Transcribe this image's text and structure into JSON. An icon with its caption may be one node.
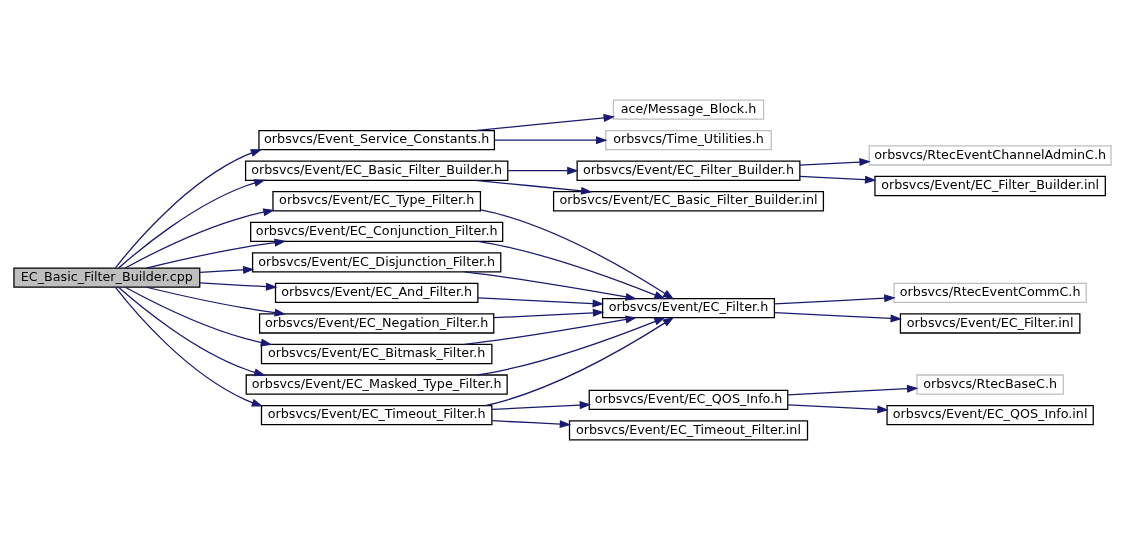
{
  "diagram": {
    "nodes": [
      {
        "text": [
          "EC_Basic_Filter_Builder.cpp"
        ]
      },
      {
        "text": [
          "orbsvcs/Event_Service_Constants.h"
        ]
      },
      {
        "text": [
          "ace/Message_Block.h"
        ]
      },
      {
        "text": [
          "orbsvcs/Time_Utilities.h"
        ]
      },
      {
        "text": [
          "orbsvcs/Event/EC_Basic_Filter_Builder.h"
        ]
      },
      {
        "text": [
          "orbsvcs/Event/EC_Filter_Builder.h"
        ]
      },
      {
        "text": [
          "orbsvcs/RtecEventChannelAdminC.h"
        ]
      },
      {
        "text": [
          "orbsvcs/Event/EC_Filter_Builder.inl"
        ]
      },
      {
        "text": [
          "orbsvcs/Event/EC_Basic_Filter_Builder.inl"
        ]
      },
      {
        "text": [
          "orbsvcs/Event/EC_Type_Filter.h"
        ]
      },
      {
        "text": [
          "orbsvcs/Event/EC_Conjunction_Filter.h"
        ]
      },
      {
        "text": [
          "orbsvcs/Event/EC_Disjunction_Filter.h"
        ]
      },
      {
        "text": [
          "orbsvcs/Event/EC_And_Filter.h"
        ]
      },
      {
        "text": [
          "orbsvcs/Event/EC_Filter.h"
        ]
      },
      {
        "text": [
          "orbsvcs/RtecEventCommC.h"
        ]
      },
      {
        "text": [
          "orbsvcs/Event/EC_Filter.inl"
        ]
      },
      {
        "text": [
          "orbsvcs/Event/EC_Negation_Filter.h"
        ]
      },
      {
        "text": [
          "orbsvcs/Event/EC_Bitmask_Filter.h"
        ]
      },
      {
        "text": [
          "orbsvcs/Event/EC_Masked_Type_Filter.h"
        ]
      },
      {
        "text": [
          "orbsvcs/Event/EC_Timeout_Filter.h"
        ]
      },
      {
        "text": [
          "orbsvcs/Event/EC_QOS_Info.h"
        ]
      },
      {
        "text": [
          "orbsvcs/RtecBaseC.h"
        ]
      },
      {
        "text": [
          "orbsvcs/Event/EC_QOS_Info.inl"
        ]
      },
      {
        "text": [
          "orbsvcs/Event/EC_Timeout_Filter.inl"
        ]
      }
    ],
    "edges": [
      {
        "from": 0,
        "to": 1,
        "arrow": "to"
      },
      {
        "from": 0,
        "to": 4,
        "arrow": "to"
      },
      {
        "from": 0,
        "to": 9,
        "arrow": "to"
      },
      {
        "from": 0,
        "to": 10,
        "arrow": "to"
      },
      {
        "from": 0,
        "to": 11,
        "arrow": "to"
      },
      {
        "from": 0,
        "to": 12,
        "arrow": "to"
      },
      {
        "from": 0,
        "to": 16,
        "arrow": "to"
      },
      {
        "from": 0,
        "to": 17,
        "arrow": "to"
      },
      {
        "from": 0,
        "to": 18,
        "arrow": "to"
      },
      {
        "from": 0,
        "to": 19,
        "arrow": "to"
      },
      {
        "from": 1,
        "to": 2,
        "arrow": "to"
      },
      {
        "from": 1,
        "to": 3,
        "arrow": "to"
      },
      {
        "from": 4,
        "to": 5,
        "arrow": "to"
      },
      {
        "from": 4,
        "to": 8,
        "arrow": "to"
      },
      {
        "from": 5,
        "to": 6,
        "arrow": "to"
      },
      {
        "from": 5,
        "to": 7,
        "arrow": "to"
      },
      {
        "from": 9,
        "to": 13,
        "arrow": "to"
      },
      {
        "from": 10,
        "to": 13,
        "arrow": "to"
      },
      {
        "from": 11,
        "to": 13,
        "arrow": "to"
      },
      {
        "from": 12,
        "to": 13,
        "arrow": "to"
      },
      {
        "from": 16,
        "to": 13,
        "arrow": "to"
      },
      {
        "from": 17,
        "to": 13,
        "arrow": "to"
      },
      {
        "from": 18,
        "to": 13,
        "arrow": "to"
      },
      {
        "from": 19,
        "to": 13,
        "arrow": "to"
      },
      {
        "from": 13,
        "to": 14,
        "arrow": "to"
      },
      {
        "from": 13,
        "to": 15,
        "arrow": "to"
      },
      {
        "from": 19,
        "to": 20,
        "arrow": "to"
      },
      {
        "from": 19,
        "to": 23,
        "arrow": "to"
      },
      {
        "from": 20,
        "to": 21,
        "arrow": "to"
      },
      {
        "from": 20,
        "to": 22,
        "arrow": "to"
      }
    ]
  }
}
